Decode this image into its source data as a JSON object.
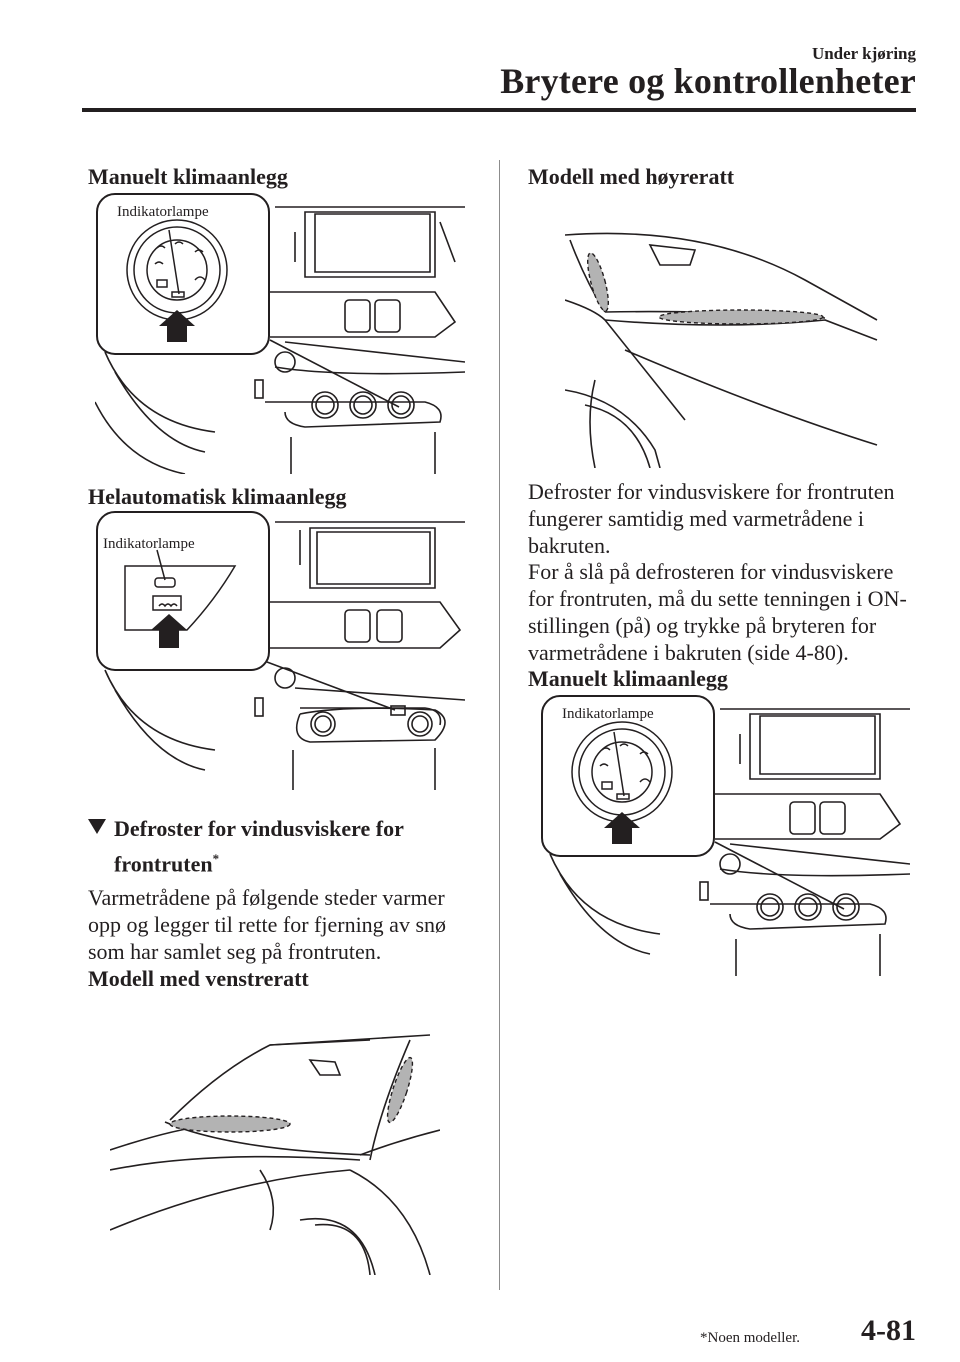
{
  "header": {
    "chapter": "Under kjøring",
    "title": "Brytere og kontrollenheter"
  },
  "left": {
    "heading_manual": "Manuelt klimaanlegg",
    "fig1_label": "Indikatorlampe",
    "heading_auto": "Helautomatisk klimaanlegg",
    "fig2_label": "Indikatorlampe",
    "section_title_line1": "Defroster for vindusviskere for",
    "section_title_line2": "frontruten",
    "section_title_mark": "*",
    "paragraph": "Varmetrådene på følgende steder varmer opp og legger til rette for fjerning av snø som har samlet seg på frontruten.",
    "heading_lhd": "Modell med venstreratt"
  },
  "right": {
    "heading_rhd": "Modell med høyreratt",
    "paragraph1": "Defroster for vindusviskere for frontruten fungerer samtidig med varmetrådene i bakruten.",
    "paragraph2": "For å slå på defrosteren for vindusviskere for frontruten, må du sette tenningen i ON-stillingen (på) og trykke på bryteren for varmetrådene i bakruten (side 4-80).",
    "heading_manual": "Manuelt klimaanlegg",
    "fig_label": "Indikatorlampe"
  },
  "footer": {
    "footnote": "*Noen modeller.",
    "page": "4-81"
  }
}
